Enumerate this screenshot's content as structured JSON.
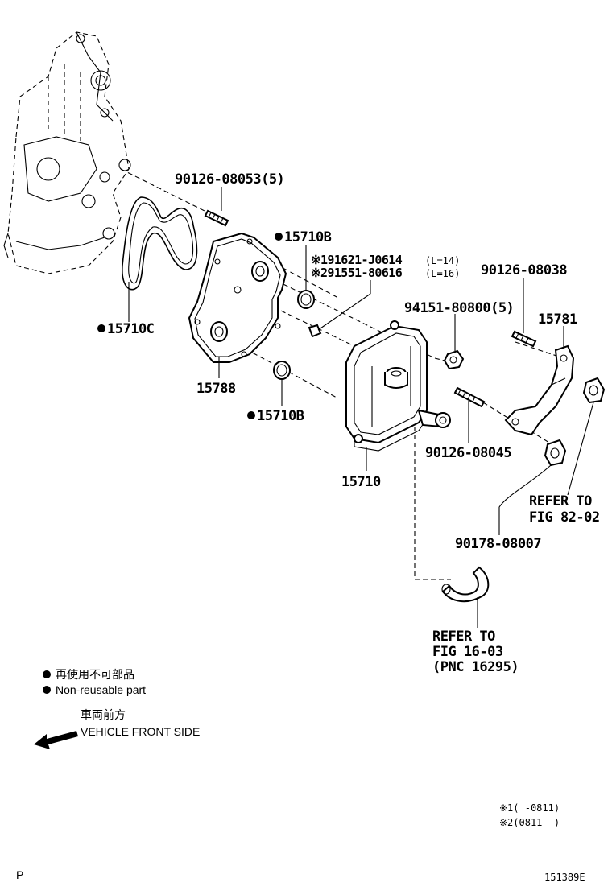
{
  "labels": {
    "bolt_top": "90126-08053(5)",
    "oring_top": "15710B",
    "bolt_alt_1": "※191621-J0614",
    "bolt_alt_1_len": "(L=14)",
    "bolt_alt_2": "※291551-80616",
    "bolt_alt_2_len": "(L=16)",
    "gasket_left": "15710C",
    "stud_right": "90126-08038",
    "nut": "94151-80800(5)",
    "bracket": "15781",
    "plate": "15788",
    "oring_bottom": "15710B",
    "stud_mid": "90126-08045",
    "cooler": "15710",
    "refer1_line1": "REFER TO",
    "refer1_line2": "FIG 82-02",
    "grommet": "90178-08007",
    "refer2_line1": "REFER TO",
    "refer2_line2": "FIG 16-03",
    "refer2_line3": "(PNC 16295)"
  },
  "legend": {
    "jp": "再使用不可部品",
    "en": "Non-reusable part",
    "front_jp": "車両前方",
    "front_en": "VEHICLE FRONT SIDE"
  },
  "footnotes": {
    "note1": "※1(    -0811)",
    "note2": "※2(0811-    )"
  },
  "corner": {
    "left": "P",
    "right": "151389E"
  }
}
